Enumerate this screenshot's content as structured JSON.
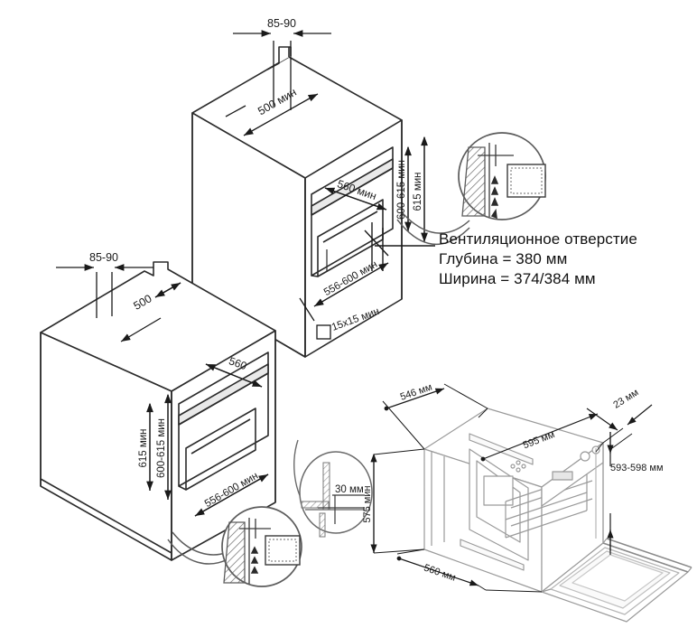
{
  "document": {
    "type": "installation-dimension-diagram",
    "subject": "built-in-oven-cabinet-cutout",
    "units": "мм"
  },
  "note": {
    "line1": "Вентиляционное отверстие",
    "line2": "Глубина = 380 мм",
    "line3": "Ширина = 374/384 мм"
  },
  "upper_cabinet": {
    "depth_top": "85-90",
    "depth": "500 мин",
    "niche_width": "560 мин",
    "height_range": "600-615 мин",
    "height_min": "615 мин",
    "niche_depth": "556-600 мин",
    "corner_cut": "15x15 мин"
  },
  "lower_cabinet": {
    "depth_top": "85-90",
    "depth": "500",
    "niche_width": "560",
    "height_min": "615 мин",
    "height_range": "600-615 мин",
    "niche_depth": "556-600 мин"
  },
  "detail_bubble": {
    "gap": "30 мм"
  },
  "oven_unit": {
    "width_top": "546 мм",
    "depth_top": "595 мм",
    "front_overhang": "23 мм",
    "front_height": "593-598 мм",
    "body_height": "575 мин",
    "body_width": "560 мм"
  },
  "colors": {
    "ink": "#1a1a1a",
    "line": "#2b2b2b",
    "light_line": "#9a9a9a",
    "fill_panel": "#f2f2f2",
    "background": "#ffffff"
  },
  "icons": {
    "vent_detail": "vent-airflow-detail-icon",
    "corner_square": "corner-cutout-icon",
    "gap_detail": "gap-detail-icon"
  }
}
